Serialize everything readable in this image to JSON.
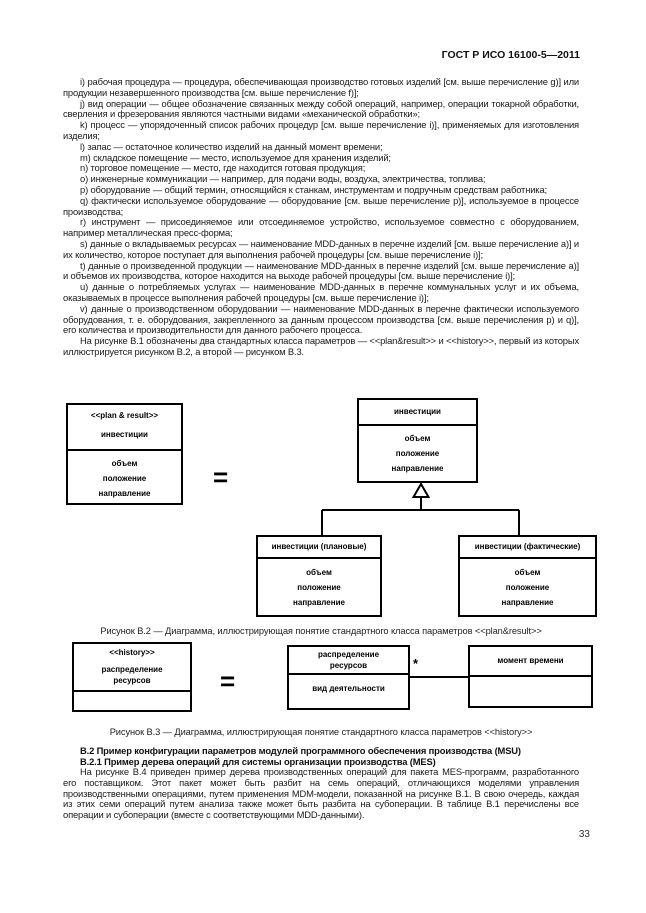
{
  "header": {
    "standard_number": "ГОСТ Р ИСО 16100-5—2011"
  },
  "body": {
    "paragraphs": [
      "i) рабочая процедура — процедура, обеспечивающая производство готовых изделий [см. выше перечисление g)] или продукции незавершенного производства [см. выше перечисление f)];",
      "j) вид операции — общее обозначение связанных между собой операций, например, операции токарной обработки, сверления и фрезерования являются частными видами «механической обработки»;",
      "k) процесс — упорядоченный список рабочих процедур [см. выше перечисление i)], применяемых для изготовления изделия;",
      "l) запас — остаточное количество изделий на данный момент времени;",
      "m) складское помещение — место, используемое для хранения изделий;",
      "n) торговое помещение — место, где находится готовая продукция;",
      "o) инженерные коммуникации — например, для подачи воды, воздуха, электричества, топлива;",
      "p) оборудование — общий термин, относящийся к станкам, инструментам и подручным средствам работника;",
      "q) фактически используемое оборудование — оборудование [см. выше перечисление p)], используемое в процессе производства;",
      "r) инструмент — присоединяемое или отсоединяемое устройство, используемое совместно с оборудованием, например металлическая пресс-форма;",
      "s) данные о вкладываемых ресурсах — наименование MDD-данных в перечне изделий [см. выше перечисление a)] и их количество, которое поступает для выполнения рабочей процедуры [см. выше перечисление i)];",
      "t) данные о произведенной продукции — наименование MDD-данных в перечне изделий [см. выше перечисление a)] и объемов их производства, которое находится на выходе рабочей процедуры [см. выше перечисление i)];",
      "u) данные о потребляемых услугах — наименование MDD-данных в перечне коммунальных услуг и их объема, оказываемых в процессе выполнения рабочей процедуры [см. выше перечисление i)];",
      "v) данные о производственном оборудовании — наименование MDD-данных в перечне  фактически используемого оборудования, т. е. оборудования, закрепленного за данным процессом производства [см. выше перечисления  p) и  q)], его количества и производительности для данного рабочего процесса.",
      "На рисунке В.1 обозначены два стандартных класса параметров — <<plan&result>> и <<history>>, первый из которых иллюстрируется рисунком В.2, а второй — рисунком В.3."
    ]
  },
  "figure_b2": {
    "plan_result_class": {
      "stereotype": "<<plan & result>>",
      "name": "инвестиции",
      "attributes": "объем\nположение\nнаправление"
    },
    "equals": "=",
    "parent_class": {
      "name": "инвестиции",
      "attributes": "объем\nположение\nнаправление"
    },
    "child_left": {
      "name": "инвестиции (плановые)",
      "attributes": "объем\nположение\nнаправление"
    },
    "child_right": {
      "name": "инвестиции (фактические)",
      "attributes": "объем\nположение\nнаправление"
    },
    "caption": "Рисунок В.2 — Диаграмма, иллюстрирующая понятие стандартного класса параметров <<plan&result>>"
  },
  "figure_b3": {
    "history_class": {
      "stereotype": "<<history>>",
      "name": "распределение\nресурсов"
    },
    "equals": "=",
    "left_class": {
      "name": "распределение\nресурсов",
      "attribute": "вид деятельности"
    },
    "multiplicity": "*",
    "right_class": {
      "name": "момент времени"
    },
    "caption": "Рисунок В.3 — Диаграмма, иллюстрирующая понятие стандартного класса параметров <<history>>"
  },
  "sections": {
    "b2_heading": "В.2 Пример конфигурации параметров модулей программного обеспечения производства (MSU)",
    "b21_heading": "В.2.1 Пример дерева операций для системы организации производства (MES)",
    "b21_paragraph": "На рисунке В.4 приведен пример дерева производственных операций для пакета MES-программ, разработанного его поставщиком. Этот пакет может быть разбит на семь операций, отличающихся моделями управления производственными операциями, путем применения MDM-модели, показанной на рисунке В.1. В свою очередь, каждая из этих семи операций путем анализа также может быть разбита на субоперации. В таблице В.1 перечислены все операции и субоперации (вместе с соответствующими MDD-данными)."
  },
  "footer": {
    "page_number": "33"
  }
}
